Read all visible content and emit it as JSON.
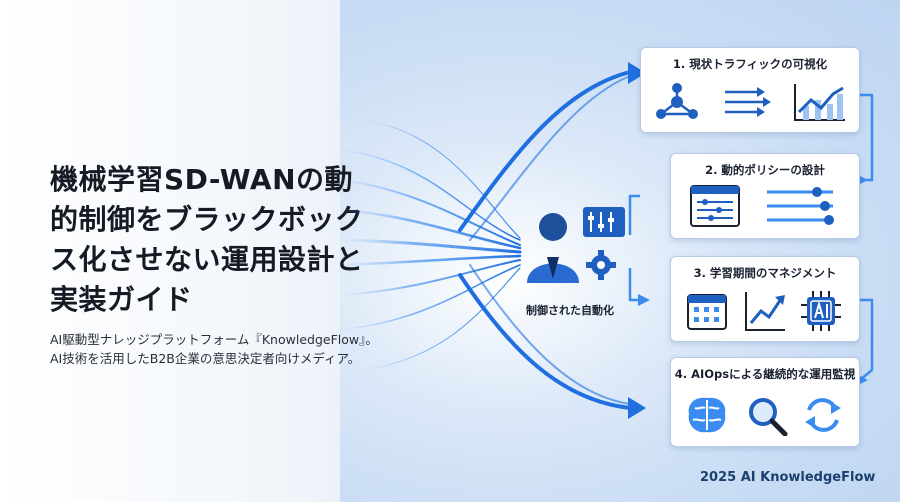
{
  "heading": {
    "title": "機械学習SD-WANの動的制御をブラックボックス化させない運用設計と実装ガイド",
    "subtitle": "AI駆動型ナレッジプラットフォーム『KnowledgeFlow』。AI技術を活用したB2B企業の意思決定者向けメディア。"
  },
  "center": {
    "label": "制御された自動化"
  },
  "steps": [
    {
      "title": "1. 現状トラフィックの可視化",
      "icons": [
        "network-nodes-icon",
        "traffic-arrows-icon",
        "line-chart-icon"
      ]
    },
    {
      "title": "2. 動的ポリシーの設計",
      "icons": [
        "settings-window-icon",
        "sliders-icon"
      ]
    },
    {
      "title": "3. 学習期間のマネジメント",
      "icons": [
        "calendar-icon",
        "growth-chart-icon",
        "ai-chip-icon"
      ]
    },
    {
      "title": "4. AIOpsによる継続的な運用監視",
      "icons": [
        "brain-icon",
        "magnifier-icon",
        "refresh-cycle-icon"
      ]
    }
  ],
  "footer": {
    "text": "2025 AI KnowledgeFlow"
  },
  "colors": {
    "accent": "#1f5fbf",
    "accent_light": "#3b8cf0",
    "text": "#151a24"
  }
}
